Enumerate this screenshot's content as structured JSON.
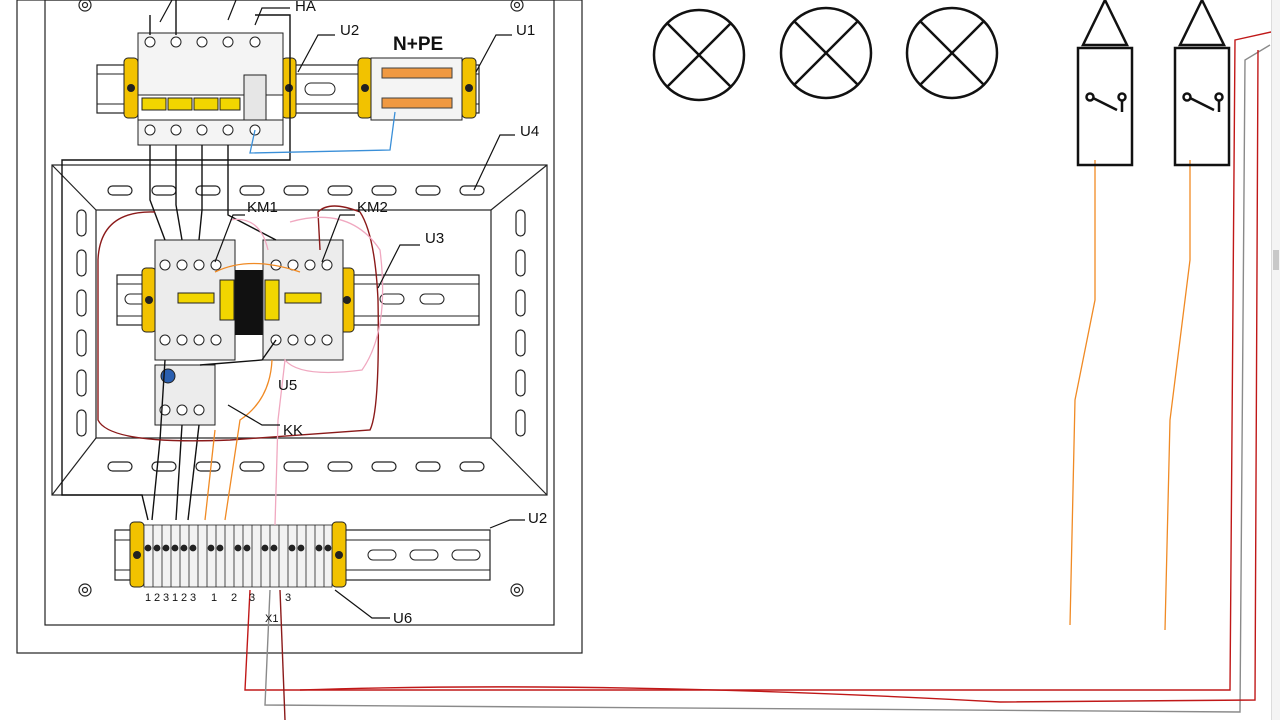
{
  "labels": {
    "ha": "HA",
    "u1": "U1",
    "u2_top": "U2",
    "n_pe": "N+PE",
    "u4": "U4",
    "km1": "KM1",
    "km2": "KM2",
    "u3": "U3",
    "u5": "U5",
    "kk": "KK",
    "u2_bottom": "U2",
    "u6": "U6",
    "x1": "X1"
  },
  "terminal_numbers": [
    "1",
    "2",
    "3",
    "1",
    "2",
    "3",
    "1",
    "2",
    "3",
    "3"
  ],
  "colors": {
    "panel_line": "#222222",
    "din_rail_clamp": "#f2c200",
    "wire_black": "#111111",
    "wire_dark_red": "#8b1a1a",
    "wire_pink": "#f0a8c0",
    "wire_orange": "#f08a24",
    "wire_blue": "#3a8fd8",
    "wire_red": "#c01818",
    "wire_gray": "#8a8a8a"
  },
  "icons": [
    "lamp-icon",
    "lamp-icon",
    "lamp-icon",
    "switch-icon",
    "switch-icon"
  ]
}
